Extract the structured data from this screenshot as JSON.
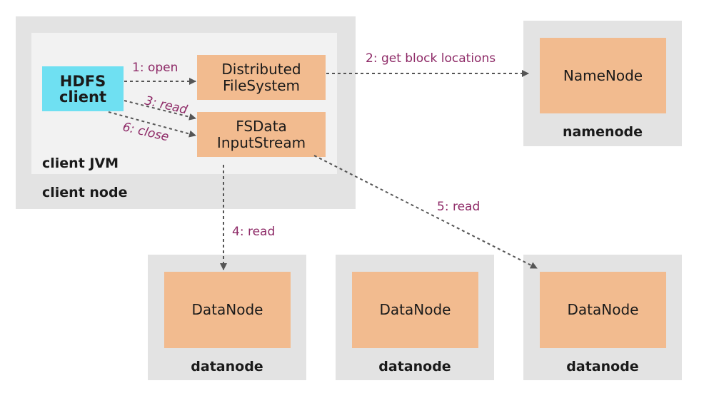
{
  "client_node": {
    "label": "client node",
    "jvm": {
      "label": "client JVM",
      "hdfs_client": "HDFS\nclient",
      "distributed_fs": "Distributed\nFileSystem",
      "fsdata_stream": "FSData\nInputStream"
    }
  },
  "namenode": {
    "box": "NameNode",
    "label": "namenode"
  },
  "datanodes": [
    {
      "box": "DataNode",
      "label": "datanode"
    },
    {
      "box": "DataNode",
      "label": "datanode"
    },
    {
      "box": "DataNode",
      "label": "datanode"
    }
  ],
  "arrows": {
    "open": "1: open",
    "get_block_locations": "2: get block locations",
    "read3": "3: read",
    "read4": "4: read",
    "read5": "5: read",
    "close": "6: close"
  },
  "colors": {
    "outer_box": "#e3e3e3",
    "inner_box": "#f2f2f2",
    "component": "#f2bb8f",
    "client": "#6fe0f2",
    "arrow_label": "#8e2a67",
    "arrow_line": "#555555"
  }
}
